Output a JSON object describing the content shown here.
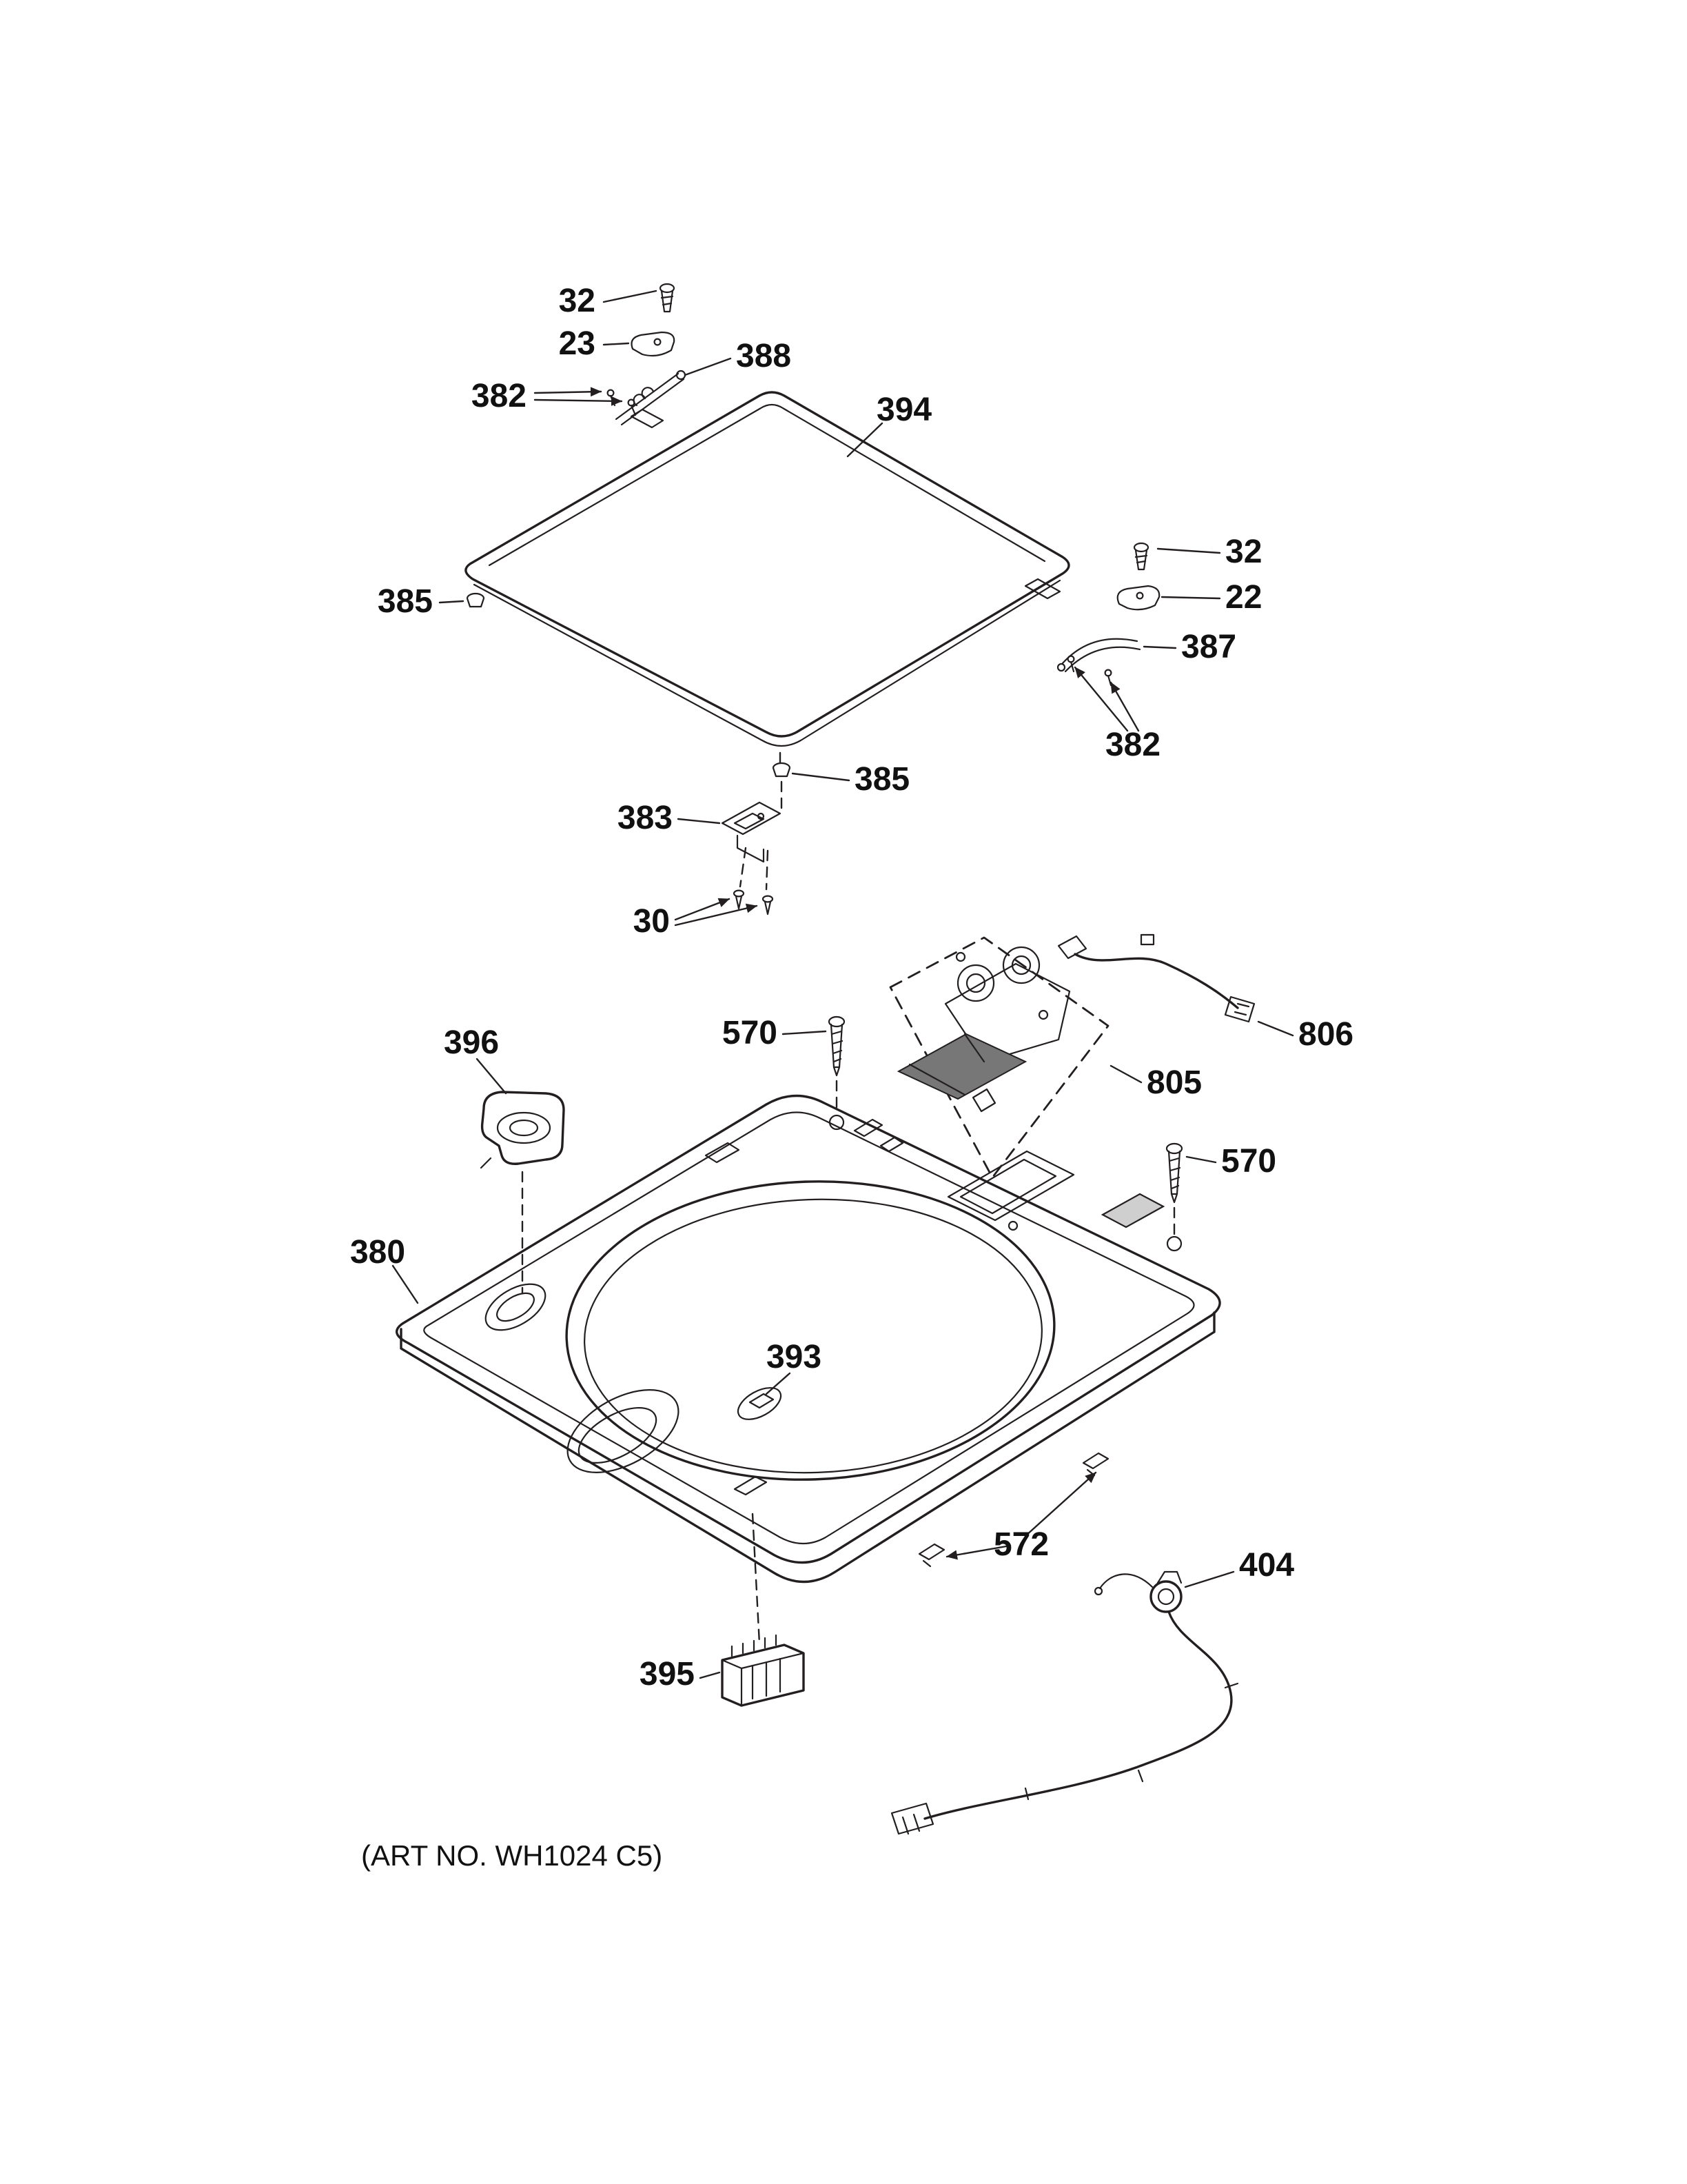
{
  "colors": {
    "ink": "#231f20",
    "paper": "#ffffff",
    "shade_light": "#cfcfcf",
    "shade_dark": "#777777"
  },
  "footer": {
    "art_no": "(ART NO. WH1024 C5)"
  },
  "callouts": [
    {
      "text": "32"
    },
    {
      "text": "23"
    },
    {
      "text": "388"
    },
    {
      "text": "382"
    },
    {
      "text": "394"
    },
    {
      "text": "385"
    },
    {
      "text": "32"
    },
    {
      "text": "22"
    },
    {
      "text": "387"
    },
    {
      "text": "382"
    },
    {
      "text": "385"
    },
    {
      "text": "383"
    },
    {
      "text": "30"
    },
    {
      "text": "396"
    },
    {
      "text": "570"
    },
    {
      "text": "805"
    },
    {
      "text": "806"
    },
    {
      "text": "570"
    },
    {
      "text": "380"
    },
    {
      "text": "393"
    },
    {
      "text": "572"
    },
    {
      "text": "404"
    },
    {
      "text": "395"
    }
  ]
}
